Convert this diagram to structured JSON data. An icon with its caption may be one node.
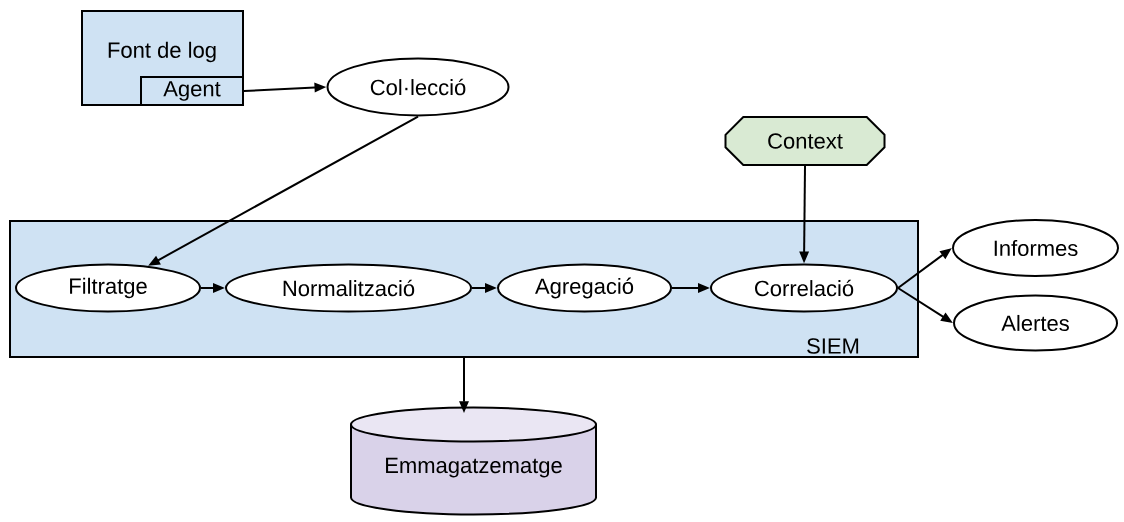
{
  "diagram": {
    "nodes": [
      {
        "text": [
          "Font de log"
        ]
      },
      {
        "text": [
          "Agent"
        ],
        "in": 0
      },
      {
        "text": [
          "Col·lecció"
        ]
      },
      {
        "text": [
          "Context"
        ]
      },
      {
        "text": [
          "SIEM"
        ]
      },
      {
        "text": [
          "Filtratge"
        ],
        "in": 4
      },
      {
        "text": [
          "Normalització"
        ],
        "in": 4
      },
      {
        "text": [
          "Agregació"
        ],
        "in": 4
      },
      {
        "text": [
          "Correlació"
        ],
        "in": 4
      },
      {
        "text": [
          "Informes"
        ]
      },
      {
        "text": [
          "Alertes"
        ]
      },
      {
        "text": [
          "Emmagatzematge"
        ]
      }
    ],
    "edges": [
      {
        "from": 1,
        "to": 2,
        "arrow": "to"
      },
      {
        "from": 2,
        "to": 5,
        "arrow": "to"
      },
      {
        "from": 3,
        "to": 8,
        "arrow": "to"
      },
      {
        "from": 5,
        "to": 6,
        "arrow": "to"
      },
      {
        "from": 6,
        "to": 7,
        "arrow": "to"
      },
      {
        "from": 7,
        "to": 8,
        "arrow": "to"
      },
      {
        "from": 8,
        "to": 9,
        "arrow": "to"
      },
      {
        "from": 8,
        "to": 10,
        "arrow": "to"
      },
      {
        "from": 4,
        "to": 11,
        "arrow": "to"
      }
    ]
  }
}
